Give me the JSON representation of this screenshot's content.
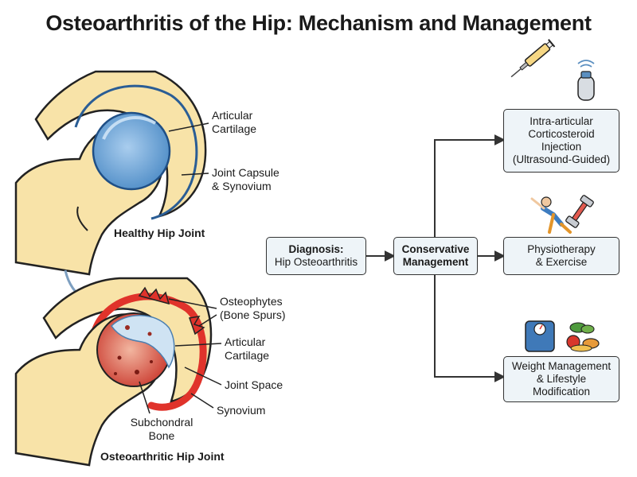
{
  "title": "Osteoarthritis of the Hip: Mechanism and Management",
  "healthy": {
    "caption": "Healthy Hip Joint",
    "labels": {
      "cartilage": [
        "Articular",
        "Cartilage"
      ],
      "capsule": [
        "Joint Capsule",
        "& Synovium"
      ]
    }
  },
  "oa": {
    "caption": "Osteoarthritic Hip Joint",
    "labels": {
      "osteophytes": [
        "Osteophytes",
        "(Bone Spurs)"
      ],
      "cartilage": [
        "Articular",
        "Cartilage"
      ],
      "joint_space": "Joint Space",
      "synovium": "Synovium",
      "subchondral": [
        "Subchondral",
        "Bone"
      ]
    }
  },
  "flow": {
    "diagnosis": [
      "Diagnosis:",
      "Hip Osteoarthritis"
    ],
    "conservative": [
      "Conservative",
      "Management"
    ],
    "injection": [
      "Intra-articular",
      "Corticosteroid",
      "Injection",
      "(Ultrasound-Guided)"
    ],
    "physio": [
      "Physiotherapy",
      "& Exercise"
    ],
    "weight": [
      "Weight Management",
      "& Lifestyle",
      "Modification"
    ]
  },
  "icons": [
    "syringe-icon",
    "ultrasound-probe-icon",
    "stretching-person-icon",
    "dumbbell-icon",
    "scale-icon",
    "vegetables-icon"
  ],
  "colors": {
    "bone": "#f8e3a8",
    "cartilage": "#79acd8",
    "inflamed": "#e0332b",
    "box_fill": "#eef4f8"
  }
}
